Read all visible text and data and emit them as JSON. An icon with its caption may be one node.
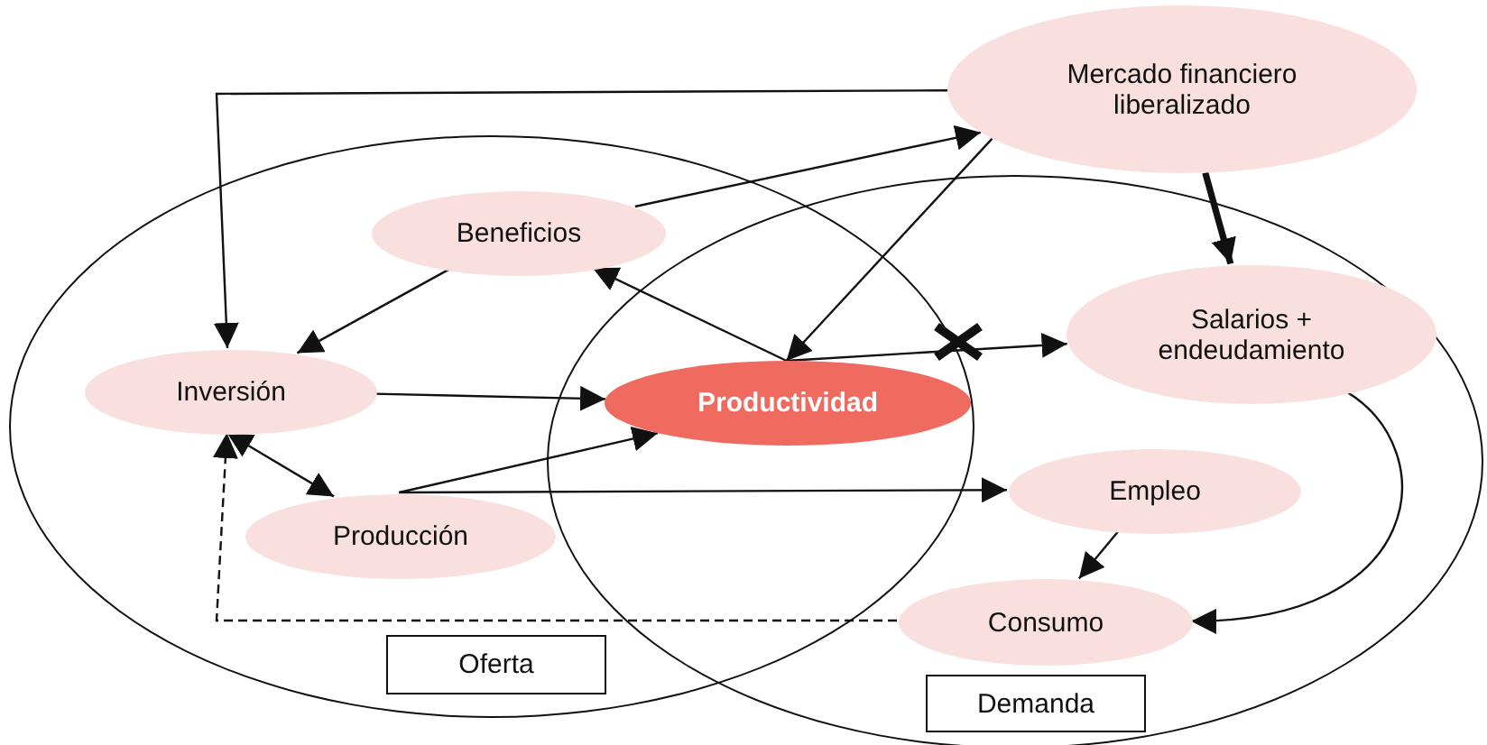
{
  "diagram": {
    "nodes": [
      {
        "text": [
          "Oferta"
        ]
      },
      {
        "text": [
          "Demanda"
        ]
      },
      {
        "text": [
          "Mercado financiero liberalizado"
        ]
      },
      {
        "text": [
          "Beneficios"
        ],
        "in": 0
      },
      {
        "text": [
          "Salarios + endeudamiento"
        ],
        "in": 1
      },
      {
        "text": [
          "Inversión"
        ],
        "in": 0
      },
      {
        "text": [
          "Productividad"
        ]
      },
      {
        "text": [
          "Empleo"
        ],
        "in": 1
      },
      {
        "text": [
          "Producción"
        ],
        "in": 0
      },
      {
        "text": [
          "Consumo"
        ],
        "in": 1
      }
    ],
    "edges": [
      {
        "from": 2,
        "to": 5,
        "arrow": "to"
      },
      {
        "from": 3,
        "to": 2,
        "arrow": "to"
      },
      {
        "from": 2,
        "to": 6,
        "arrow": "to"
      },
      {
        "from": 2,
        "to": 4,
        "arrow": "to",
        "style": "thick"
      },
      {
        "from": 3,
        "to": 5,
        "arrow": "to"
      },
      {
        "from": 6,
        "to": 3,
        "arrow": "to"
      },
      {
        "from": 5,
        "to": 6,
        "arrow": "to"
      },
      {
        "from": 6,
        "to": 4,
        "arrow": "to"
      },
      {
        "from": 5,
        "to": 8,
        "arrow": "both"
      },
      {
        "from": 8,
        "to": 6,
        "arrow": "to"
      },
      {
        "from": 8,
        "to": 7,
        "arrow": "to"
      },
      {
        "from": 7,
        "to": 9,
        "arrow": "to"
      },
      {
        "from": 4,
        "to": 9,
        "arrow": "to"
      },
      {
        "from": 9,
        "to": 5,
        "arrow": "to",
        "style": "dashed"
      }
    ]
  }
}
